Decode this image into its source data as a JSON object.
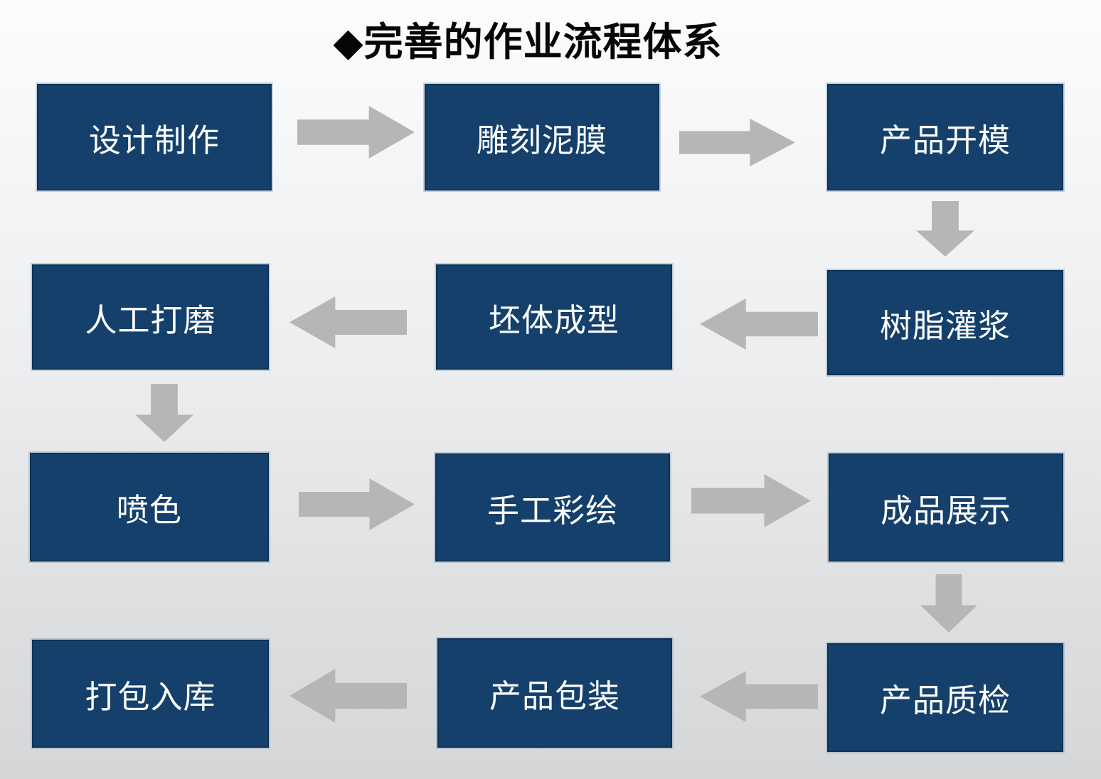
{
  "title": {
    "text": "◆完善的作业流程体系"
  },
  "colors": {
    "node_fill": "#14406B",
    "node_border": "#0D3459",
    "node_rim": "#8FA6BC",
    "node_text": "#FDFDFD",
    "arrow": "#B5B6B7",
    "title_text": "#060606",
    "bg_top": "#FCFCFD",
    "bg_bottom": "#D5D6D8"
  },
  "flow": {
    "nodes": [
      {
        "label": "设计制作"
      },
      {
        "label": "雕刻泥膜"
      },
      {
        "label": "产品开模"
      },
      {
        "label": "人工打磨"
      },
      {
        "label": "坯体成型"
      },
      {
        "label": "树脂灌浆"
      },
      {
        "label": "喷色"
      },
      {
        "label": "手工彩绘"
      },
      {
        "label": "成品展示"
      },
      {
        "label": "打包入库"
      },
      {
        "label": "产品包装"
      },
      {
        "label": "产品质检"
      }
    ],
    "connections": [
      {
        "from": "设计制作",
        "to": "雕刻泥膜",
        "dir": "right"
      },
      {
        "from": "雕刻泥膜",
        "to": "产品开模",
        "dir": "right"
      },
      {
        "from": "产品开模",
        "to": "树脂灌浆",
        "dir": "down"
      },
      {
        "from": "树脂灌浆",
        "to": "坯体成型",
        "dir": "left"
      },
      {
        "from": "坯体成型",
        "to": "人工打磨",
        "dir": "left"
      },
      {
        "from": "人工打磨",
        "to": "喷色",
        "dir": "down"
      },
      {
        "from": "喷色",
        "to": "手工彩绘",
        "dir": "right"
      },
      {
        "from": "手工彩绘",
        "to": "成品展示",
        "dir": "right"
      },
      {
        "from": "成品展示",
        "to": "产品质检",
        "dir": "down"
      },
      {
        "from": "产品质检",
        "to": "产品包装",
        "dir": "left"
      },
      {
        "from": "产品包装",
        "to": "打包入库",
        "dir": "left"
      }
    ]
  }
}
